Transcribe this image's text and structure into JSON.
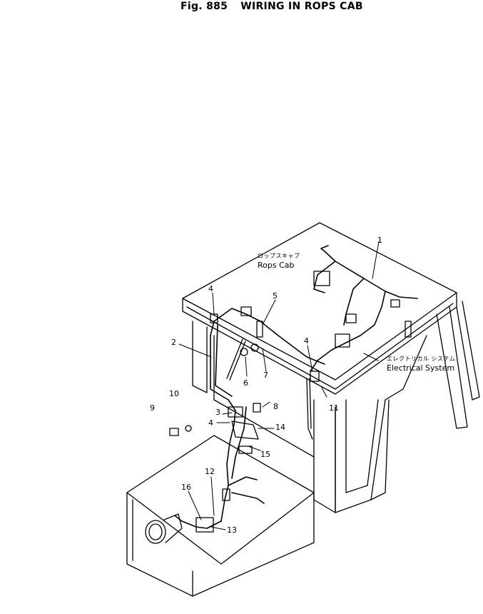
{
  "title": {
    "fig": "Fig. 885",
    "caption": "WIRING IN ROPS CAB"
  },
  "callouts": {
    "cab_jp": "ロップスキャブ",
    "cab_en": "Rops Cab",
    "elec_jp": "エレクトリカル システム",
    "elec_en": "Electrical System"
  },
  "part_numbers": {
    "p1": "1",
    "p2": "2",
    "p3": "3",
    "p4a": "4",
    "p4b": "4",
    "p4c": "4",
    "p5": "5",
    "p6": "6",
    "p7": "7",
    "p8": "8",
    "p9": "9",
    "p10": "10",
    "p11": "11",
    "p12": "12",
    "p13": "13",
    "p14": "14",
    "p15": "15",
    "p16": "16"
  }
}
